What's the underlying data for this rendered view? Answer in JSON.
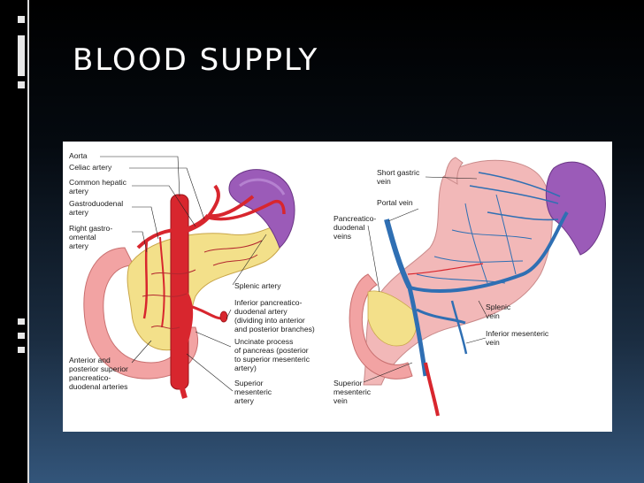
{
  "slide": {
    "title": "BLOOD SUPPLY"
  },
  "arterial_labels": {
    "aorta": "Aorta",
    "celiac": "Celiac artery",
    "common_hepatic": [
      "Common hepatic",
      "artery"
    ],
    "gastroduodenal": [
      "Gastroduodenal",
      "artery"
    ],
    "right_gastro": [
      "Right gastro-",
      "omental",
      "artery"
    ],
    "splenic_artery": "Splenic artery",
    "inferior_panc": [
      "Inferior pancreatico-",
      "duodenal artery",
      "(dividing into anterior",
      "and posterior branches)"
    ],
    "uncinate": [
      "Uncinate process",
      "of pancreas (posterior",
      "to superior mesenteric",
      "artery)"
    ],
    "sup_mes_artery": [
      "Superior",
      "mesenteric",
      "artery"
    ],
    "ant_post": [
      "Anterior and",
      "posterior superior",
      "pancreatico-",
      "duodenal arteries"
    ]
  },
  "venous_labels": {
    "short_gastric": [
      "Short gastric",
      "vein"
    ],
    "portal": "Portal vein",
    "panc_duod_veins": [
      "Pancreatico-",
      "duodenal",
      "veins"
    ],
    "splenic_vein": [
      "Splenic",
      "vein"
    ],
    "inf_mes_vein": [
      "Inferior mesenteric",
      "vein"
    ],
    "sup_mes_vein": [
      "Superior",
      "mesenteric",
      "vein"
    ]
  },
  "colors": {
    "artery": "#d8262e",
    "vein": "#2f6fb3",
    "pancreas": "#f3e08a",
    "spleen": "#8a4fa8",
    "stomach": "#f2b8b8"
  }
}
